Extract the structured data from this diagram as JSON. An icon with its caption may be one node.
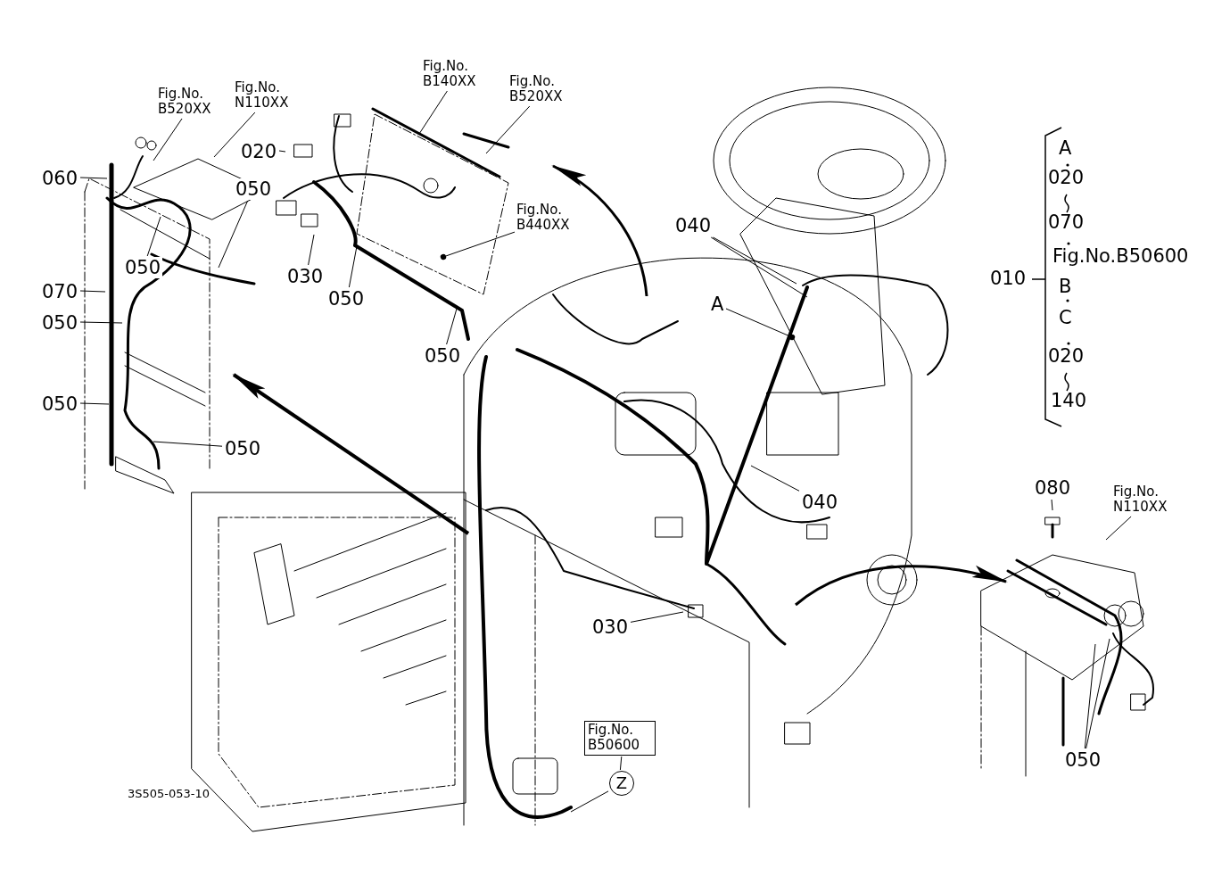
{
  "diagram": {
    "nodes": [
      {
        "text": [
          "Fig.No. B520XX"
        ]
      },
      {
        "text": [
          "Fig.No. N110XX"
        ]
      },
      {
        "text": [
          "060"
        ]
      },
      {
        "text": [
          "020"
        ]
      },
      {
        "text": [
          "050"
        ]
      },
      {
        "text": [
          "050"
        ]
      },
      {
        "text": [
          "070"
        ]
      },
      {
        "text": [
          "050"
        ]
      },
      {
        "text": [
          "050"
        ]
      },
      {
        "text": [
          "050"
        ]
      },
      {
        "text": [
          "Fig.No. B140XX"
        ]
      },
      {
        "text": [
          "Fig.No. B520XX"
        ]
      },
      {
        "text": [
          "030"
        ]
      },
      {
        "text": [
          "050"
        ]
      },
      {
        "text": [
          "Fig.No. B440XX"
        ]
      },
      {
        "text": [
          "050"
        ]
      },
      {
        "text": [
          "040"
        ]
      },
      {
        "text": [
          "A"
        ]
      },
      {
        "text": [
          "040"
        ]
      },
      {
        "text": [
          "030"
        ]
      },
      {
        "text": [
          "Fig.No. B50600"
        ]
      },
      {
        "text": [
          "Z"
        ]
      },
      {
        "text": [
          "080"
        ]
      },
      {
        "text": [
          "Fig.No. N110XX"
        ]
      },
      {
        "text": [
          "050"
        ]
      }
    ],
    "edges": [
      {
        "from": 0,
        "to": null,
        "arrow": "none"
      },
      {
        "from": 1,
        "to": null,
        "arrow": "none"
      },
      {
        "from": 2,
        "to": null,
        "arrow": "none"
      },
      {
        "from": 3,
        "to": null,
        "arrow": "none"
      },
      {
        "from": 4,
        "to": null,
        "arrow": "none"
      },
      {
        "from": 5,
        "to": null,
        "arrow": "none"
      },
      {
        "from": 6,
        "to": null,
        "arrow": "none"
      },
      {
        "from": 7,
        "to": null,
        "arrow": "none"
      },
      {
        "from": 8,
        "to": null,
        "arrow": "none"
      },
      {
        "from": 9,
        "to": null,
        "arrow": "none"
      },
      {
        "from": 10,
        "to": null,
        "arrow": "none"
      },
      {
        "from": 11,
        "to": null,
        "arrow": "none"
      },
      {
        "from": 12,
        "to": null,
        "arrow": "none"
      },
      {
        "from": 13,
        "to": null,
        "arrow": "none"
      },
      {
        "from": 14,
        "to": null,
        "arrow": "other"
      },
      {
        "from": 15,
        "to": null,
        "arrow": "none"
      },
      {
        "from": 16,
        "to": null,
        "arrow": "none"
      },
      {
        "from": 16,
        "to": null,
        "arrow": "none"
      },
      {
        "from": 17,
        "to": null,
        "arrow": "other"
      },
      {
        "from": 18,
        "to": null,
        "arrow": "none"
      },
      {
        "from": 19,
        "to": null,
        "arrow": "none"
      },
      {
        "from": 20,
        "to": 21,
        "arrow": "none"
      },
      {
        "from": 21,
        "to": null,
        "arrow": "none"
      },
      {
        "from": 22,
        "to": null,
        "arrow": "none"
      },
      {
        "from": 23,
        "to": null,
        "arrow": "none"
      },
      {
        "from": 24,
        "to": null,
        "arrow": "none"
      },
      {
        "from": 24,
        "to": null,
        "arrow": "none"
      }
    ],
    "labels": [
      "A",
      "020",
      "070",
      "Fig.No.B50600",
      "010",
      "B",
      "C",
      "020",
      "140",
      "3S505-053-10"
    ]
  }
}
